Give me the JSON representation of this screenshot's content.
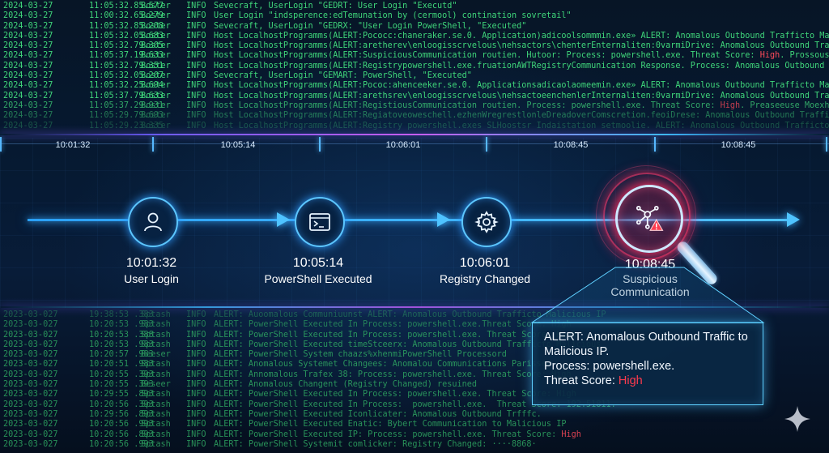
{
  "colors": {
    "log_text": "#3fd67a",
    "accent_blue": "#4fc3ff",
    "alert_red": "#ff3b4e",
    "callout_border": "#5fd0ff"
  },
  "top_log": [
    {
      "date": "2024-03-27",
      "time": "11:05:32.85.577",
      "src": "Boster",
      "level": "INFO",
      "msg": "Sevecraft, UserLogin \"GEDRT: User Login \"Executd\""
    },
    {
      "date": "2024-03-27",
      "time": "11:00:32.65.279",
      "src": "Boster",
      "level": "INFO",
      "msg": "User Login \"indsperence:edTemunation by (cermool) contination sovretail\""
    },
    {
      "date": "2024-03-27",
      "time": "11:05:32.85.208",
      "src": "Boster",
      "level": "INFO",
      "msg": "Sevecraft, UserLogin \"GEDRX: \"User Login PowerShell, \"Executed\""
    },
    {
      "date": "2024-03-27",
      "time": "11:05:32.05.683",
      "src": "Boster",
      "level": "INFO",
      "msg": "Host LocalhostProgramms(ALERT:Pococc:chaneraker.se.0. Application)adicoolsommmin.exe» ALERT: Anomalous Outbound Trafficto Malicious IP"
    },
    {
      "date": "2024-03-27",
      "time": "11:05:32.79.305",
      "src": "Boster",
      "level": "INFO",
      "msg": "Host LocalhostProgramms(ALERT:aretherev\\enloogisscrvelous\\nehsactors\\chenterEnternaliten:0varmiDrive: Anomalous Outbound Trafficto"
    },
    {
      "date": "2024-03-27",
      "time": "11:05:37.19.633",
      "src": "Boster",
      "level": "INFO",
      "msg": "Host LocalhostProgramms(ALERT:SuspiciousCommunication routien. Hutoor: Process: powershell.exe. Threat Score: ",
      "hl": "High",
      "tail": ". Prossouse"
    },
    {
      "date": "2024-03-27",
      "time": "11:05:32.79.351",
      "src": "Boster",
      "level": "INFO",
      "msg": "Host LocalhostProgramms(ALERT:Registrypowershell.exe.fruationAWTRegistryCommunication Response. Process: Anomalous Outbound Traffic"
    },
    {
      "date": "2024-03-27",
      "time": "11:05:32.05.207",
      "src": "Boster",
      "level": "INFO",
      "msg": "Sevecraft, UserLogin \"GEMART: PowerShell, \"Executed\""
    },
    {
      "date": "2024-03-27",
      "time": "11:05:32.25.694",
      "src": "Boster",
      "level": "INFO",
      "msg": "Host LocalhostProgramms(ALERT:Pococ:ahenceeker.se.0. Applicationsadicaolaomeemin.exe» ALERT: Anomalous Outbound Trafficto Malicious IP"
    },
    {
      "date": "2024-03-27",
      "time": "11:05:37.79.633",
      "src": "Boster",
      "level": "INFO",
      "msg": "Host LocalhostProgramms(ALERT:arethsrev\\enloogisscrvelous\\nehsactoeenchenlerInternaliten:0varmiDrive: Anomalous Outbound Trafficto"
    },
    {
      "date": "2024-03-27",
      "time": "11:05:37.29.931",
      "src": "Boster",
      "level": "INFO",
      "msg": "Host LocalhostProgramms(ALERT:RegistiousCommunication routien. Process: powershell.exe. Threat Score: ",
      "hl": "High",
      "tail": ". Preaseeuse Moexhing"
    },
    {
      "date": "2024-03-27",
      "time": "11:05:29.79.693",
      "src": "Boster",
      "level": "INFO",
      "msg": "Host LocalhostProgramms(ALERT:Regiatoveoweschell.ezhenWregrestlonleDreadoverComscretion.feoiDrese: Anomalous Outbound Trafficto Malicious"
    },
    {
      "date": "2024-03-27",
      "time": "11:05:29.23.335",
      "src": "Boster",
      "level": "INFO",
      "msg": "Host LocalhostProgramms(ALERT:Registry powershell.exes SLHoostsr Indaistation setmoolie. ALERT: Anomalous Outbound Trafficto Malicious"
    }
  ],
  "ruler_ticks": [
    "10:01:32",
    "10:05:14",
    "10:06:01",
    "10:08:45",
    "10:08:45"
  ],
  "events": [
    {
      "time": "10:01:32",
      "label": "User Login",
      "icon": "user-icon"
    },
    {
      "time": "10:05:14",
      "label": "PowerShell Executed",
      "icon": "terminal-icon"
    },
    {
      "time": "10:06:01",
      "label": "Registry Changed",
      "icon": "gear-icon"
    },
    {
      "time": "10:08:45",
      "label": "Suspicious\nCommunication",
      "icon": "network-alert-icon"
    }
  ],
  "callout": {
    "line1": "ALERT: Anomalous Outbound Traffic to",
    "line2": "Malicious IP.",
    "line3": "Process: powershell.exe.",
    "score_label": "Threat Score: ",
    "score_value": "High"
  },
  "bottom_log": [
    {
      "date": "2023-03-027",
      "time": "19:38:53 .383",
      "src": "Sptash",
      "level": "INFO",
      "msg": "ALERT: Auoomalous Communiuunst ALERT: Anomalous Outbound Trafficto Malicious IP"
    },
    {
      "date": "2023-03-027",
      "time": "10:20:53 .983",
      "src": "Sptash",
      "level": "INFO",
      "msg": "ALERT: PowerShell Executed In Process: powershell.exe.Threat Score: High"
    },
    {
      "date": "2023-03-027",
      "time": "10:20:53 .388",
      "src": "Sptash",
      "level": "INFO",
      "msg": "ALERT: PowerShell Executed In Process: powershell.exe. Threat Score: High"
    },
    {
      "date": "2023-03-027",
      "time": "10:20:53 .983",
      "src": "Sptash",
      "level": "INFO",
      "msg": "ALERT: PowerShell Executed timeStceerx: Anomalous Outbound Trafficto Malicious"
    },
    {
      "date": "2023-03-027",
      "time": "10:20:57 .983",
      "src": "Beeser",
      "level": "INFO",
      "msg": "ALERT: PowerShell System chaazs%xhenmiPowerShell Processord"
    },
    {
      "date": "2023-03-027",
      "time": "10:20:51 .983",
      "src": "Sptash",
      "level": "INFO",
      "msg": "ALERT: Anomalous Systemet Changees: Anomalou Communications Parissed"
    },
    {
      "date": "2023-03-027",
      "time": "10:20:55 .393",
      "src": "Sptash",
      "level": "INFO",
      "msg": "ALERT: Annomalous Trafex 38: Process: powershell.exe. Threat Score: High"
    },
    {
      "date": "2023-03-027",
      "time": "10:20:55 .393",
      "src": "Beseer",
      "level": "INFO",
      "msg": "ALERT: Anomalous Changent (Registry Changed) resuined"
    },
    {
      "date": "2023-03-027",
      "time": "10:29:55 .893",
      "src": "Sptash",
      "level": "INFO",
      "msg": "ALERT: PowerShell Executed In Process: powershell.exe. Threat Score: High"
    },
    {
      "date": "2023-03-027",
      "time": "10:20:56 .393",
      "src": "Sptash",
      "level": "INFO",
      "msg": "ALERT: PowerShell Executed In Process:  powershell.exe.  Threat Score: 192.51811."
    },
    {
      "date": "2023-03-027",
      "time": "10:29:56 .893",
      "src": "Sptash",
      "level": "INFO",
      "msg": "ALERT: PowerShell Executed Iconlicater: Anomalous Outbound Trfffc."
    },
    {
      "date": "2023-03-027",
      "time": "10:20:56 .993",
      "src": "Sptash",
      "level": "INFO",
      "msg": "ALERT: PowerShell Executed Enatic: Bybert Communication to Malicious IP"
    },
    {
      "date": "2023-03-027",
      "time": "10:20:56 .893",
      "src": "Sptash",
      "level": "INFO",
      "msg": "ALERT: PowerShell Executed IP: Process: powershell.exe. Threat Score: ",
      "hl": "High",
      "tail": ""
    },
    {
      "date": "2023-03-027",
      "time": "10:20:56 .993",
      "src": "Sptash",
      "level": "INFO",
      "msg": "ALERT: PowerShell Systemit comlicker: Registry Changed: ····8868·"
    }
  ]
}
